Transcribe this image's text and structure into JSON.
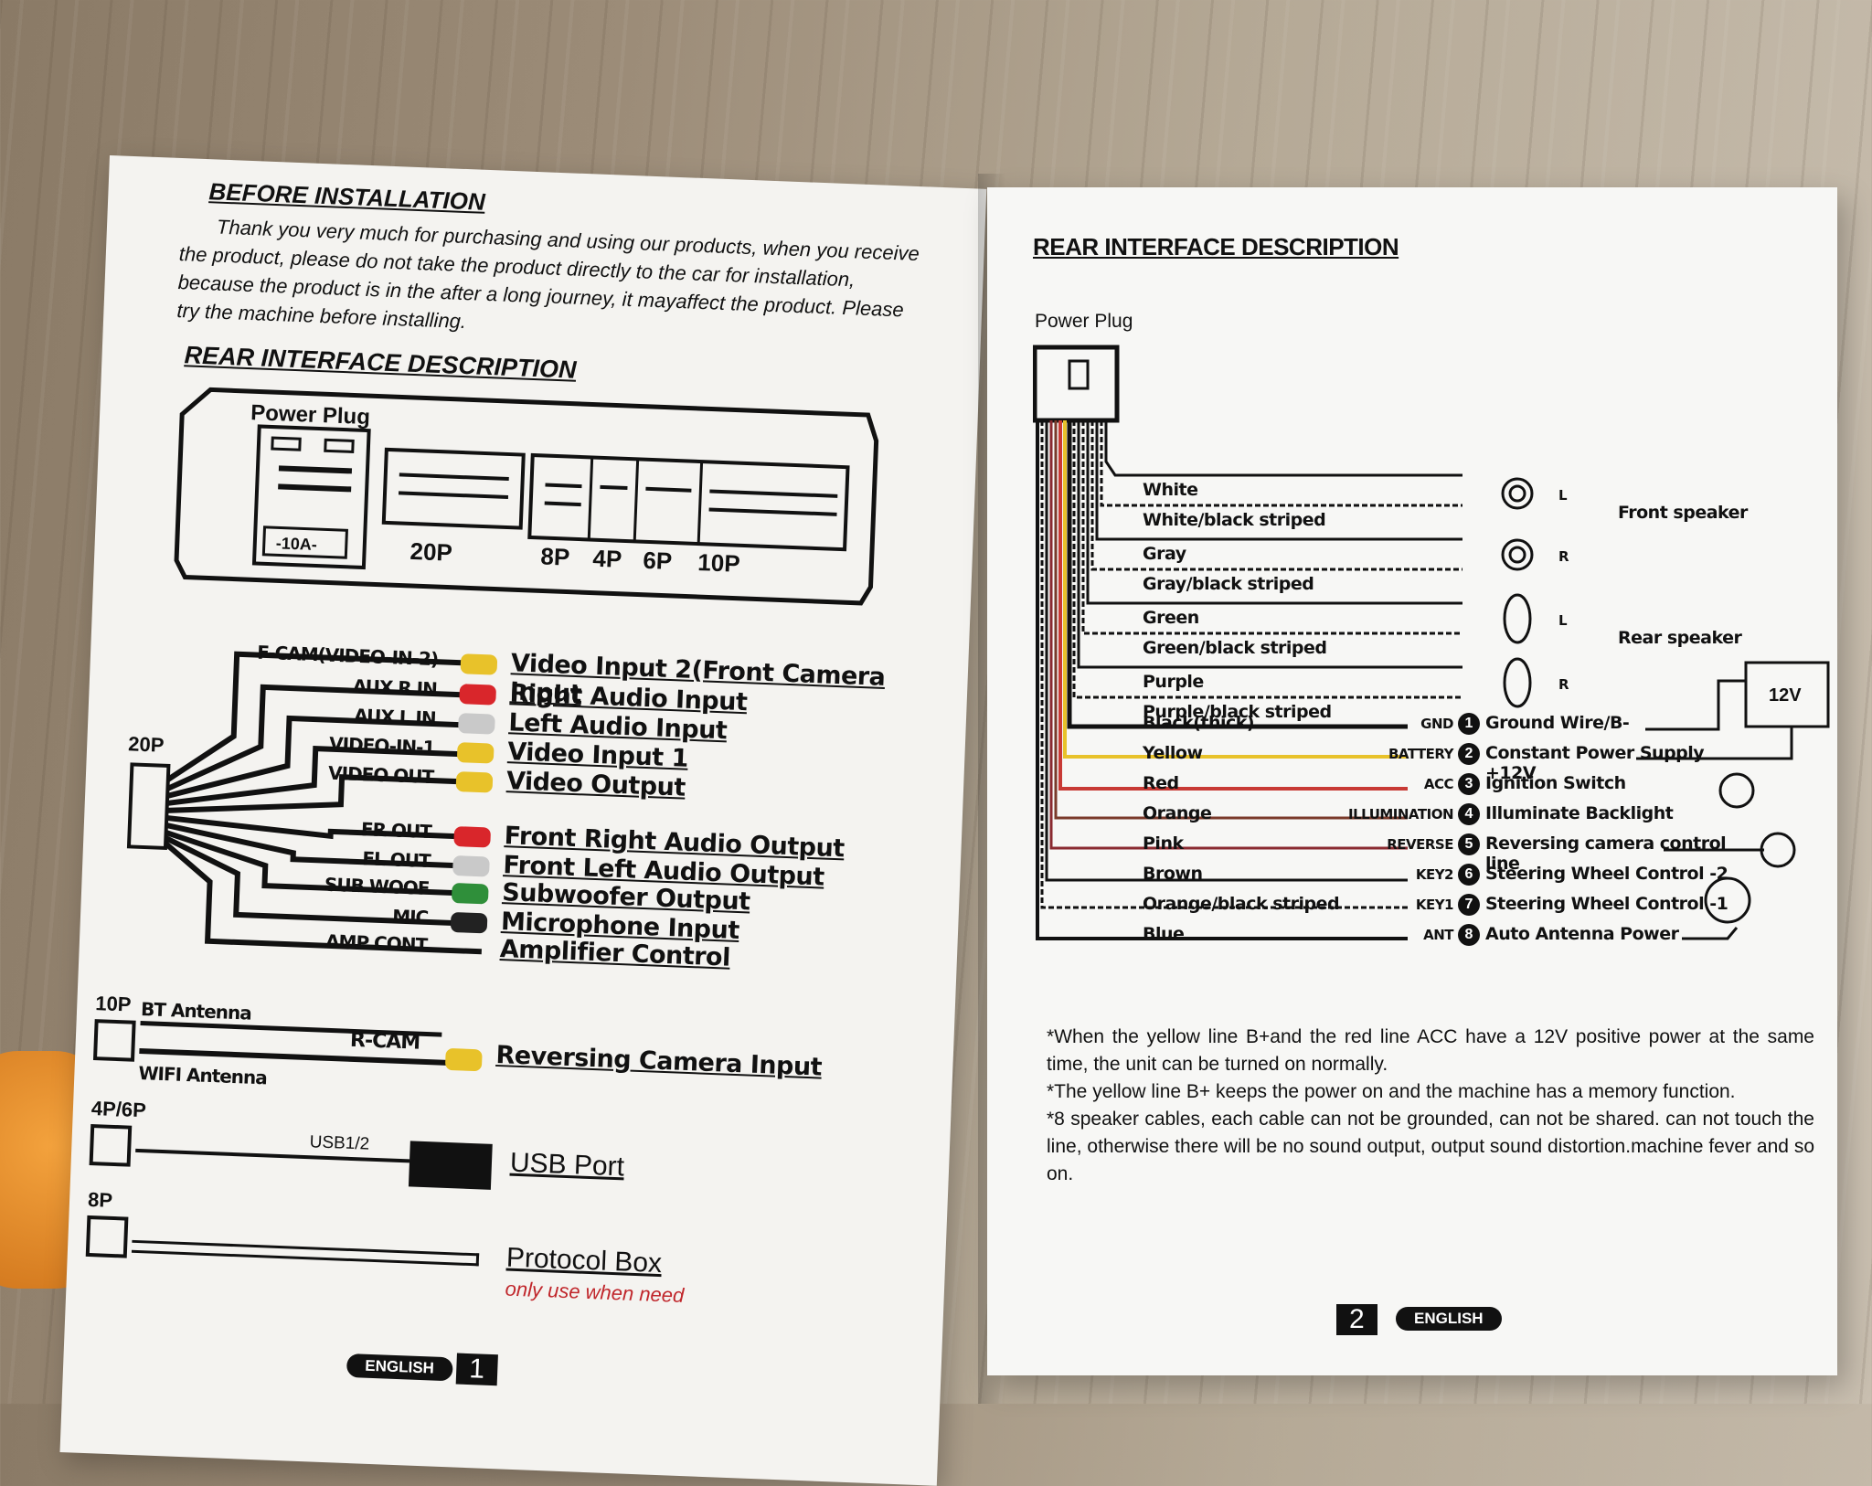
{
  "left_page": {
    "before_title": "BEFORE INSTALLATION",
    "before_text": [
      "Thank you very much for purchasing and using our products, when you receive",
      "the product, please do not take the product directly to the car for installation,",
      "because the product is in the after a long journey, it mayaffect the product. Please",
      "try the machine before installing."
    ],
    "rear_title": "REAR INTERFACE DESCRIPTION",
    "power_plug": "Power Plug",
    "fuse": "-10A-",
    "connectors": [
      "20P",
      "8P",
      "4P",
      "6P",
      "10P"
    ],
    "harness_20p": "20P",
    "inputs": [
      {
        "tag": "F-CAM(VIDEO-IN-2)",
        "label": "Video Input 2(Front Camera Input",
        "color": "#e8c22a"
      },
      {
        "tag": "AUX R IN",
        "label": "Right Audio Input",
        "color": "#d9262b"
      },
      {
        "tag": "AUX L IN",
        "label": "Left Audio Input",
        "color": "#c9c9c9"
      },
      {
        "tag": "VIDEO-IN-1",
        "label": "Video Input 1",
        "color": "#e8c22a"
      },
      {
        "tag": "VIDEO OUT",
        "label": "Video Output",
        "color": "#e8c22a"
      },
      {
        "tag": "FR OUT",
        "label": "Front Right Audio Output",
        "color": "#d9262b"
      },
      {
        "tag": "FL OUT",
        "label": "Front Left Audio Output",
        "color": "#c9c9c9"
      },
      {
        "tag": "SUB WOOF",
        "label": "Subwoofer Output",
        "color": "#2f8f3a"
      },
      {
        "tag": "MIC",
        "label": "Microphone Input",
        "color": "#222222"
      },
      {
        "tag": "AMP CONT",
        "label": "Amplifier Control",
        "color": ""
      }
    ],
    "harness_10p": "10P",
    "bt_antenna": "BT Antenna",
    "wifi_antenna": "WIFI Antenna",
    "rcam_tag": "R-CAM",
    "rcam_label": "Reversing Camera Input",
    "harness_46p": "4P/6P",
    "usb_tag": "USB1/2",
    "usb_label": "USB Port",
    "harness_8p": "8P",
    "protocol_label": "Protocol Box",
    "protocol_note": "only use when need",
    "footer_lang": "ENGLISH",
    "footer_num": "1"
  },
  "right_page": {
    "rear_title": "REAR INTERFACE DESCRIPTION",
    "power_plug": "Power Plug",
    "front_speaker": "Front speaker",
    "rear_speaker": "Rear speaker",
    "speaker_wires": [
      "White",
      "White/black striped",
      "Gray",
      "Gray/black striped",
      "Green",
      "Green/black striped",
      "Purple",
      "Purple/black striped"
    ],
    "speaker_marks": [
      "L",
      "R",
      "L",
      "R"
    ],
    "power_wires": [
      {
        "wire": "Black(thick)",
        "tag": "GND",
        "num": "1",
        "func": "Ground Wire/B-"
      },
      {
        "wire": "Yellow",
        "tag": "BATTERY",
        "num": "2",
        "func": "Constant Power Supply +12V"
      },
      {
        "wire": "Red",
        "tag": "ACC",
        "num": "3",
        "func": "Ignition Switch"
      },
      {
        "wire": "Orange",
        "tag": "ILLUMINATION",
        "num": "4",
        "func": "Illuminate Backlight"
      },
      {
        "wire": "Pink",
        "tag": "REVERSE",
        "num": "5",
        "func": "Reversing camera control line"
      },
      {
        "wire": "Brown",
        "tag": "KEY2",
        "num": "6",
        "func": "Steering Wheel Control -2"
      },
      {
        "wire": "Orange/black striped",
        "tag": "KEY1",
        "num": "7",
        "func": "Steering Wheel Control -1"
      },
      {
        "wire": "Blue",
        "tag": "ANT",
        "num": "8",
        "func": "Auto Antenna Power"
      }
    ],
    "battery": "12V",
    "notes": [
      "*When the yellow line B+and the red line ACC have a 12V positive power at the same time, the unit can be turned on normally.",
      "*The yellow line B+ keeps the power on and the machine has a memory function.",
      "*8 speaker cables, each cable can not be grounded, can not be shared. can not touch the line, otherwise there will be no sound output, output sound distortion.machine fever and so on."
    ],
    "footer_num": "2",
    "footer_lang": "ENGLISH"
  }
}
